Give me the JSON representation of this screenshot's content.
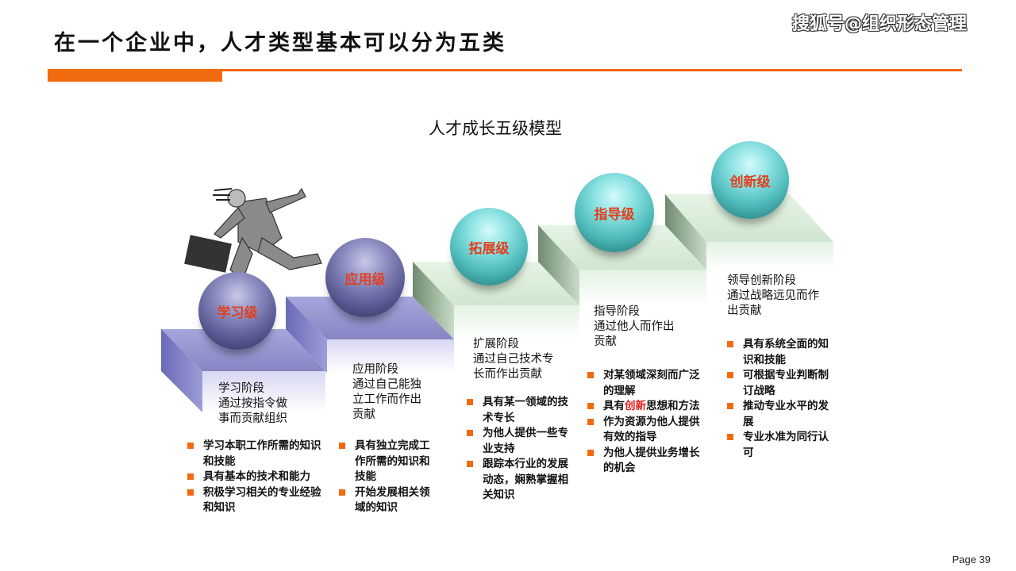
{
  "header": {
    "title": "在一个企业中，人才类型基本可以分为五类",
    "watermark": "搜狐号@组织形态管理"
  },
  "diagram": {
    "title": "人才成长五级模型",
    "levels": [
      {
        "label": "学习级",
        "ball_color": "purple",
        "stage": [
          "学习阶段",
          "通过按指令做",
          "事而贡献组织"
        ],
        "bullets": [
          "学习本职工作所需的知识和技能",
          "具有基本的技术和能力",
          "积极学习相关的专业经验和知识"
        ]
      },
      {
        "label": "应用级",
        "ball_color": "purple",
        "stage": [
          "应用阶段",
          "通过自己能独",
          "立工作而作出",
          "贡献"
        ],
        "bullets": [
          "具有独立完成工作所需的知识和技能",
          "开始发展相关领域的知识"
        ]
      },
      {
        "label": "拓展级",
        "ball_color": "teal",
        "stage": [
          "扩展阶段",
          "通过自己技术专",
          "长而作出贡献"
        ],
        "bullets": [
          "具有某一领域的技术专长",
          "为他人提供一些专业支持",
          "跟踪本行业的发展动态，娴熟掌握相关知识"
        ]
      },
      {
        "label": "指导级",
        "ball_color": "teal",
        "stage": [
          "指导阶段",
          "通过他人而作出",
          "贡献"
        ],
        "bullets": [
          "对某领域深刻而广泛的理解",
          "具有创新思想和方法",
          "作为资源为他人提供有效的指导",
          "为他人提供业务增长的机会"
        ],
        "highlight": {
          "bullet_index": 1,
          "text": "创新",
          "color": "#e02020"
        }
      },
      {
        "label": "创新级",
        "ball_color": "teal",
        "stage": [
          "领导创新阶段",
          "通过战略远见而作",
          "出贡献"
        ],
        "bullets": [
          "具有系统全面的知识和技能",
          "可根据专业判断制订战略",
          "推动专业水平的发展",
          "专业水准为同行认可"
        ]
      }
    ]
  },
  "footer": {
    "page": "Page 39"
  },
  "colors": {
    "accent": "#f26a0f",
    "ball_text": "#e0401e",
    "purple_step": "#8a8ac8",
    "green_step": "#cfe6cf"
  }
}
